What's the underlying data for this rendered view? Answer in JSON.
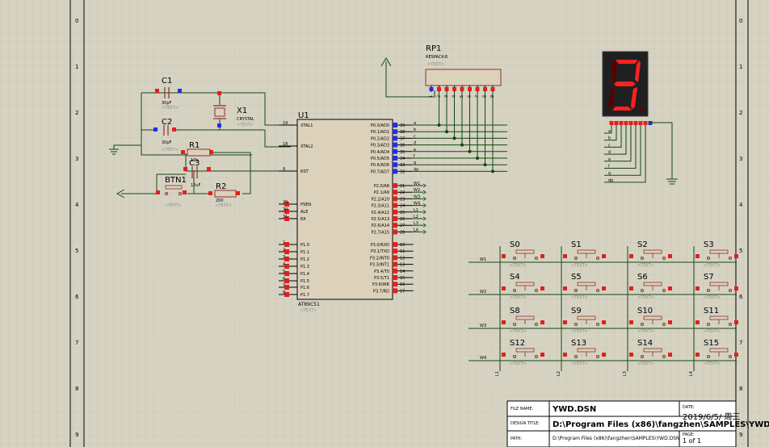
{
  "sheet": {
    "row_markers": [
      "0",
      "1",
      "2",
      "3",
      "4",
      "5",
      "6",
      "7",
      "8",
      "9"
    ]
  },
  "placeholder_text": "<TEXT>",
  "mcu": {
    "ref": "U1",
    "part": "AT89C51",
    "left_pins": [
      {
        "num": "19",
        "name": "XTAL1"
      },
      {
        "num": "18",
        "name": "XTAL2"
      },
      {
        "num": "9",
        "name": "RST"
      },
      {
        "num": "29",
        "name": "PSEN"
      },
      {
        "num": "30",
        "name": "ALE"
      },
      {
        "num": "31",
        "name": "EA"
      },
      {
        "num": "1",
        "name": "P1.0"
      },
      {
        "num": "2",
        "name": "P1.1"
      },
      {
        "num": "3",
        "name": "P1.2"
      },
      {
        "num": "4",
        "name": "P1.3"
      },
      {
        "num": "5",
        "name": "P1.4"
      },
      {
        "num": "6",
        "name": "P1.5"
      },
      {
        "num": "7",
        "name": "P1.6"
      },
      {
        "num": "8",
        "name": "P1.7"
      }
    ],
    "p0_pins": [
      {
        "num": "39",
        "name": "P0.0/AD0",
        "net": "a"
      },
      {
        "num": "38",
        "name": "P0.1/AD1",
        "net": "b"
      },
      {
        "num": "37",
        "name": "P0.2/AD2",
        "net": "c"
      },
      {
        "num": "36",
        "name": "P0.3/AD3",
        "net": "d"
      },
      {
        "num": "35",
        "name": "P0.4/AD4",
        "net": "e"
      },
      {
        "num": "34",
        "name": "P0.5/AD5",
        "net": "f"
      },
      {
        "num": "33",
        "name": "P0.6/AD6",
        "net": "g"
      },
      {
        "num": "32",
        "name": "P0.7/AD7",
        "net": "dp"
      }
    ],
    "p2_pins": [
      {
        "num": "21",
        "name": "P2.0/A8",
        "net": "W1"
      },
      {
        "num": "22",
        "name": "P2.1/A9",
        "net": "W2"
      },
      {
        "num": "23",
        "name": "P2.2/A10",
        "net": "W3"
      },
      {
        "num": "24",
        "name": "P2.3/A11",
        "net": "W4"
      },
      {
        "num": "25",
        "name": "P2.4/A12",
        "net": "L1"
      },
      {
        "num": "26",
        "name": "P2.5/A13",
        "net": "L2"
      },
      {
        "num": "27",
        "name": "P2.6/A14",
        "net": "L3"
      },
      {
        "num": "28",
        "name": "P2.7/A15",
        "net": "L4"
      }
    ],
    "p3_pins": [
      {
        "num": "10",
        "name": "P3.0/RXD"
      },
      {
        "num": "11",
        "name": "P3.1/TXD"
      },
      {
        "num": "12",
        "name": "P3.2/INT0"
      },
      {
        "num": "13",
        "name": "P3.3/INT1"
      },
      {
        "num": "14",
        "name": "P3.4/T0"
      },
      {
        "num": "15",
        "name": "P3.5/T1"
      },
      {
        "num": "16",
        "name": "P3.6/WR"
      },
      {
        "num": "17",
        "name": "P3.7/RD"
      }
    ]
  },
  "components": {
    "c1": {
      "ref": "C1",
      "value": "30pF"
    },
    "c2": {
      "ref": "C2",
      "value": "30pF"
    },
    "x1": {
      "ref": "X1",
      "value": "CRYSTAL"
    },
    "r1": {
      "ref": "R1",
      "value": "10k"
    },
    "c3": {
      "ref": "C3",
      "value": "10uF"
    },
    "btn1": {
      "ref": "BTN1"
    },
    "r2": {
      "ref": "R2",
      "value": "200"
    },
    "rp1": {
      "ref": "RP1",
      "value": "RESPACK-8",
      "pins": [
        "1",
        "2",
        "3",
        "4",
        "5",
        "6",
        "7",
        "8",
        "9"
      ]
    }
  },
  "display": {
    "digit": "3",
    "segments": {
      "a": true,
      "b": true,
      "c": true,
      "d": true,
      "e": false,
      "f": false,
      "g": true,
      "dp": false
    },
    "color_on": "#ff2020",
    "color_off": "#5a0000",
    "segment_nets": [
      "a",
      "b",
      "c",
      "d",
      "e",
      "f",
      "g",
      "dp"
    ]
  },
  "keypad": {
    "switches": [
      "S0",
      "S1",
      "S2",
      "S3",
      "S4",
      "S5",
      "S6",
      "S7",
      "S8",
      "S9",
      "S10",
      "S11",
      "S12",
      "S13",
      "S14",
      "S15"
    ],
    "row_nets": [
      "W1",
      "W2",
      "W3",
      "W4"
    ],
    "col_nets": [
      "L1",
      "L2",
      "L3",
      "L4"
    ]
  },
  "title_block": {
    "file_name_label": "FILE NAME:",
    "file_name": "YWD.DSN",
    "date_label": "DATE:",
    "date": "2019/6/5/ 周三",
    "design_title_label": "DESIGN TITLE:",
    "design_title": "D:\\Program Files (x86)\\fangzhen\\SAMPLES\\YWD.DSN",
    "path_label": "PATH:",
    "path": "D:\\Program Files (x86)\\fangzhen\\SAMPLES\\YWD.DSN",
    "page_label": "PAGE:",
    "page": "1 of 1"
  },
  "colors": {
    "background": "#d6d3c3",
    "grid": "#c4c0ae",
    "wire": "#104a10",
    "body_fill": "#dcd2bc",
    "body_stroke": "#8a3030",
    "pin_red": "#e02020",
    "pin_blue": "#2030e0",
    "led_body": "#202020",
    "sheet_border": "#000000"
  }
}
